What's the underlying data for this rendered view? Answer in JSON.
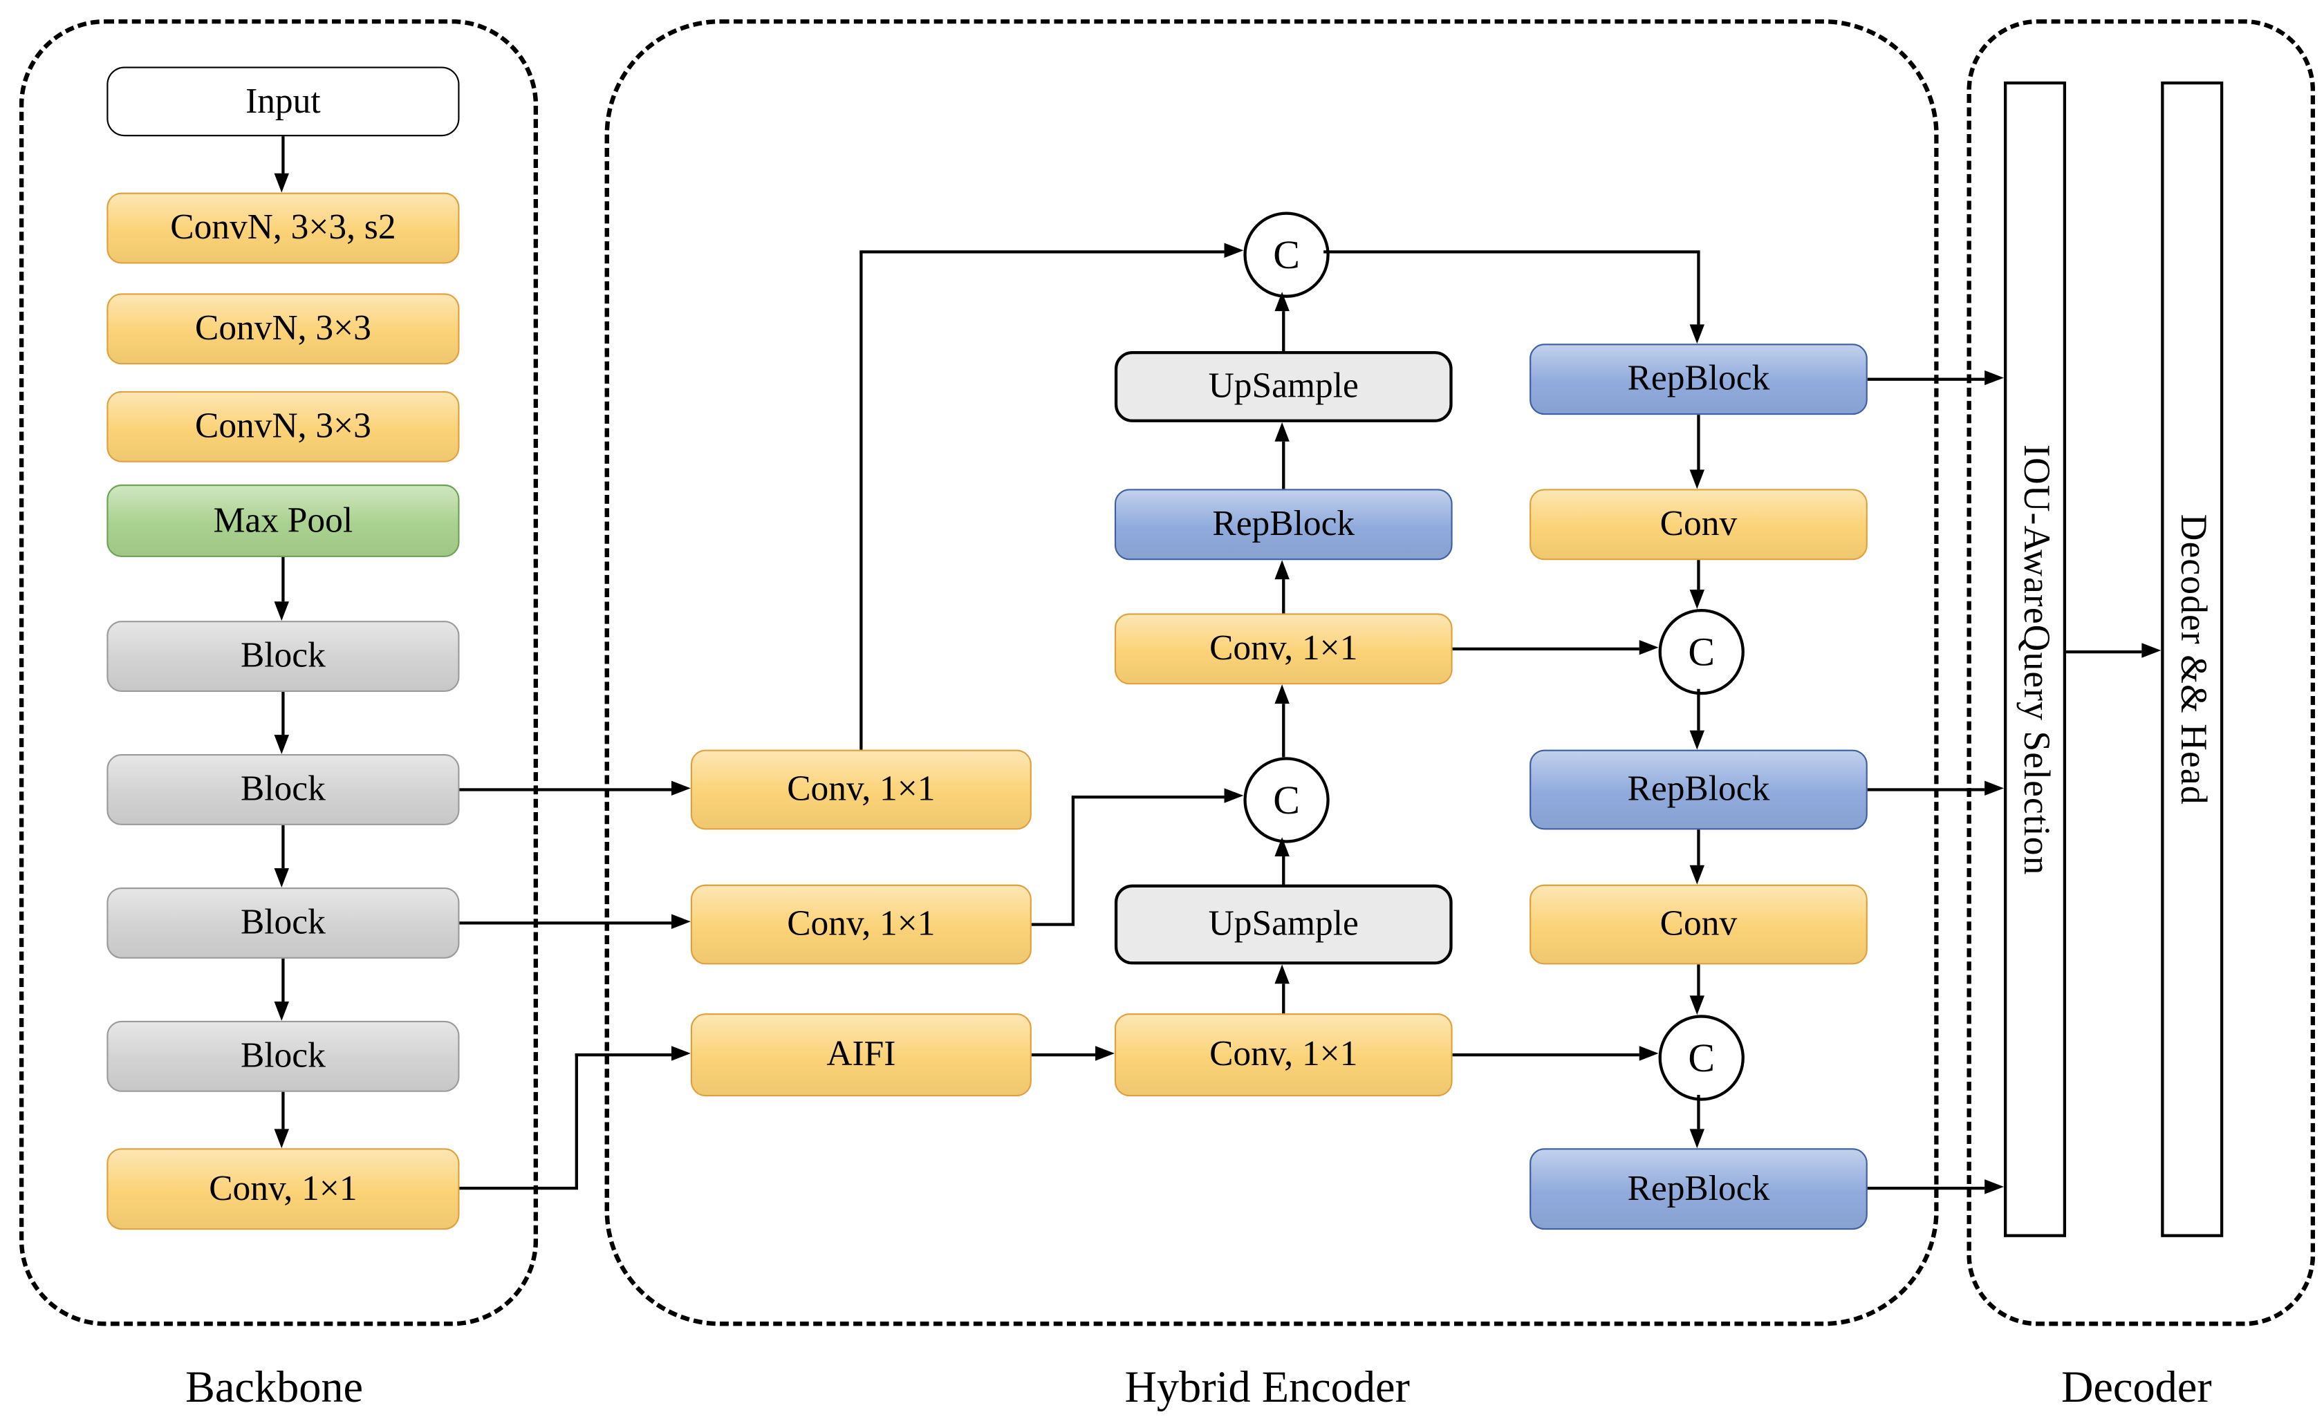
{
  "symbols": {
    "concat": "C"
  },
  "backbone": {
    "section_label": "Backbone",
    "boxes": [
      {
        "label": "Input"
      },
      {
        "label": "ConvN, 3×3, s2"
      },
      {
        "label": "ConvN, 3×3"
      },
      {
        "label": "ConvN, 3×3"
      },
      {
        "label": "Max Pool"
      },
      {
        "label": "Block"
      },
      {
        "label": "Block"
      },
      {
        "label": "Block"
      },
      {
        "label": "Block"
      },
      {
        "label": "Conv, 1×1"
      }
    ]
  },
  "encoder": {
    "section_label": "Hybrid Encoder",
    "left_boxes": [
      {
        "label": "Conv, 1×1"
      },
      {
        "label": "Conv, 1×1"
      },
      {
        "label": "AIFI"
      }
    ],
    "center": {
      "upsample_top": "UpSample",
      "repblock": "RepBlock",
      "conv_upper": "Conv, 1×1",
      "upsample_bottom": "UpSample",
      "conv_bottom": "Conv, 1×1"
    },
    "right": {
      "repblock_top": "RepBlock",
      "conv_top": "Conv",
      "repblock_mid": "RepBlock",
      "conv_bottom": "Conv",
      "repblock_bottom": "RepBlock"
    }
  },
  "decoder": {
    "section_label": "Decoder",
    "panels": [
      {
        "label": "IOU-AwareQuery Selection"
      },
      {
        "label": "Decoder && Head"
      }
    ]
  },
  "colors": {
    "conv_fill": "#FBD276",
    "conv_border": "#DFA13E",
    "pool_fill": "#A9D18E",
    "pool_border": "#6FA159",
    "block_fill": "#D2D2D2",
    "block_border": "#9B9B9B",
    "rep_fill": "#8FAADC",
    "rep_border": "#3E5FA6",
    "upsample_fill": "#EAEAEA"
  }
}
